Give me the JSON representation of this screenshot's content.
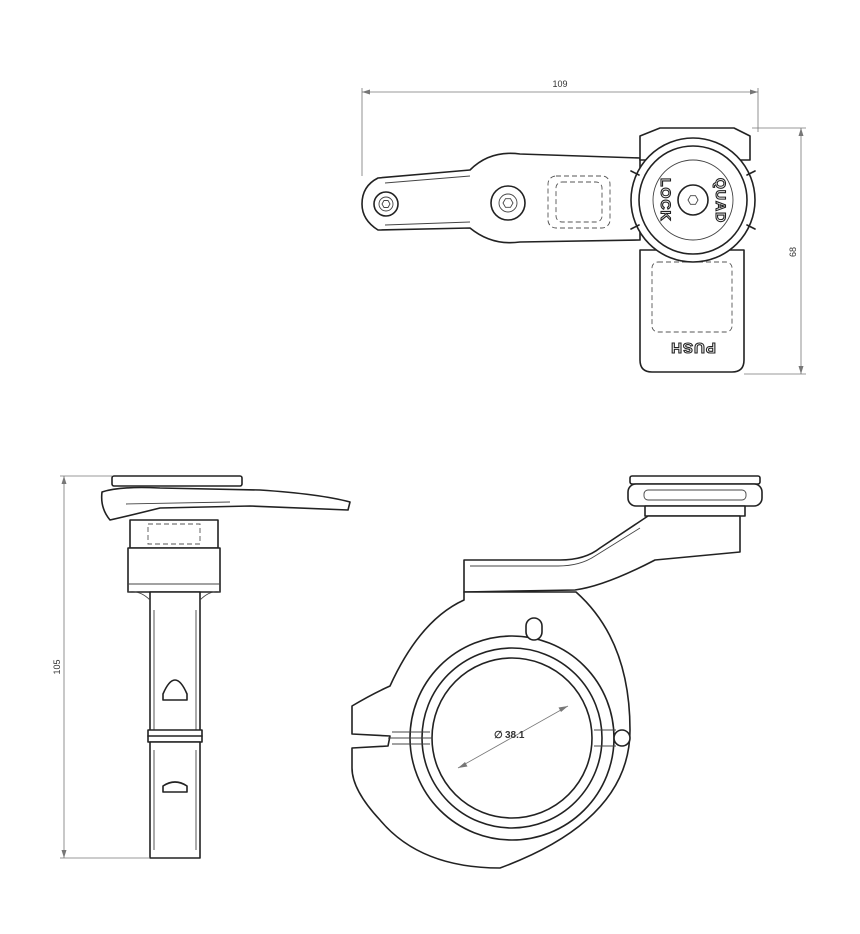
{
  "dimensions": {
    "top_width": "109",
    "top_height": "68",
    "side_height": "105",
    "clamp_diameter": "38.1",
    "diameter_symbol": "∅"
  },
  "markings": {
    "brand_line1": "QUAD",
    "brand_line2": "LOCK",
    "push_label": "PUSH"
  }
}
